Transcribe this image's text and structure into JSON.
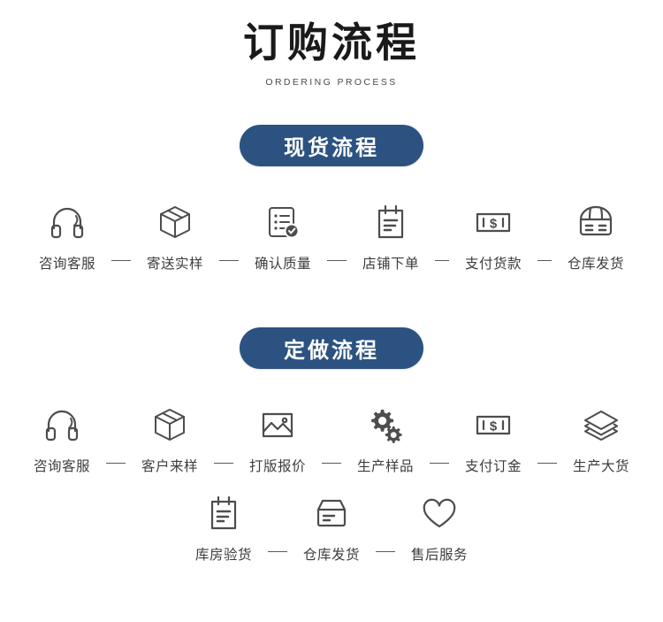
{
  "header": {
    "title": "订购流程",
    "subtitle": "ORDERING PROCESS"
  },
  "theme": {
    "badge_color": "#2b5280",
    "icon_color": "#4d4d4d",
    "text_color": "#3d3d3d",
    "background": "#ffffff"
  },
  "sections": [
    {
      "badge": "现货流程",
      "rows": [
        {
          "steps": [
            {
              "label": "咨询客服",
              "icon": "headset-icon"
            },
            {
              "label": "寄送实样",
              "icon": "box-3d-icon"
            },
            {
              "label": "确认质量",
              "icon": "document-check-icon"
            },
            {
              "label": "店铺下单",
              "icon": "clipboard-icon"
            },
            {
              "label": "支付货款",
              "icon": "banknote-icon"
            },
            {
              "label": "仓库发货",
              "icon": "package-icon"
            }
          ]
        }
      ]
    },
    {
      "badge": "定做流程",
      "rows": [
        {
          "steps": [
            {
              "label": "咨询客服",
              "icon": "headset-icon"
            },
            {
              "label": "客户来样",
              "icon": "box-3d-icon"
            },
            {
              "label": "打版报价",
              "icon": "image-icon"
            },
            {
              "label": "生产样品",
              "icon": "gears-icon"
            },
            {
              "label": "支付订金",
              "icon": "banknote-icon"
            },
            {
              "label": "生产大货",
              "icon": "layers-icon"
            }
          ]
        },
        {
          "steps": [
            {
              "label": "库房验货",
              "icon": "clipboard-icon"
            },
            {
              "label": "仓库发货",
              "icon": "carton-icon"
            },
            {
              "label": "售后服务",
              "icon": "heart-icon"
            }
          ]
        }
      ]
    }
  ]
}
